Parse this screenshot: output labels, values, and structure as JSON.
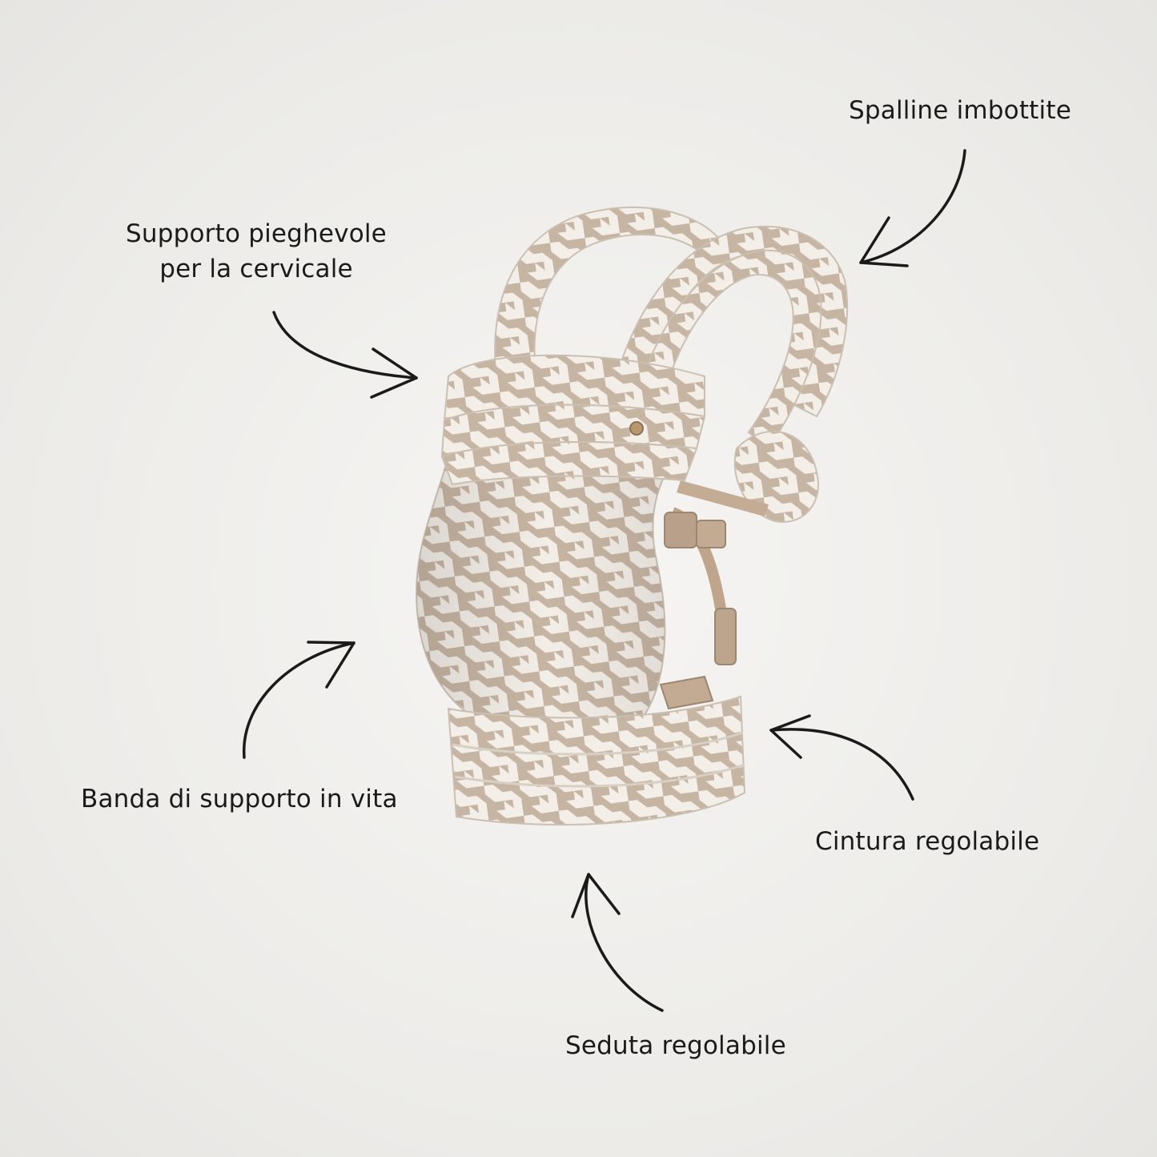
{
  "annotations": {
    "shoulder_straps": "Spalline imbottite",
    "neck_support_line1": "Supporto pieghevole",
    "neck_support_line2": "per la cervicale",
    "waist_band": "Banda di supporto in vita",
    "belt": "Cintura regolabile",
    "seat": "Seduta regolabile"
  },
  "colors": {
    "background": "#eceae7",
    "pattern_beige": "#c6b4a2",
    "pattern_cream": "#f4efe8",
    "buckle": "#b9a08a",
    "arrow": "#1a1a1a"
  },
  "product": {
    "name_icon": "baby-carrier-houndstooth-image"
  }
}
